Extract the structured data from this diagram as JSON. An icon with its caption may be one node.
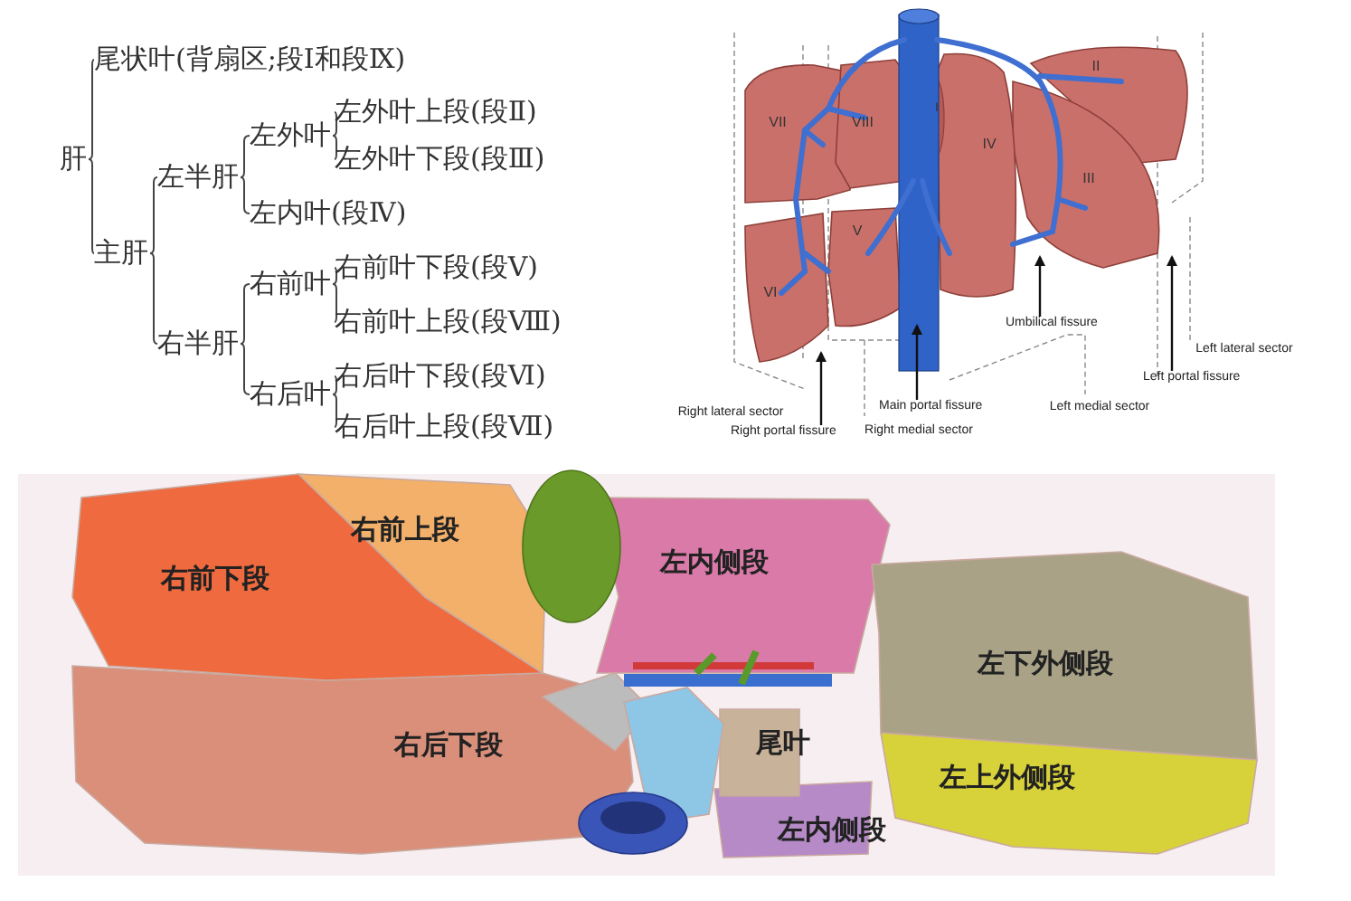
{
  "diagram": {
    "nodes": [
      {
        "text": [
          "肝"
        ]
      },
      {
        "text": [
          "尾状叶(背扇区;段Ⅰ和段Ⅸ)"
        ]
      },
      {
        "text": [
          "主肝"
        ]
      },
      {
        "text": [
          "左半肝"
        ]
      },
      {
        "text": [
          "左外叶"
        ]
      },
      {
        "text": [
          "左外叶上段(段Ⅱ)"
        ]
      },
      {
        "text": [
          "左外叶下段(段Ⅲ)"
        ]
      },
      {
        "text": [
          "左内叶(段Ⅳ)"
        ]
      },
      {
        "text": [
          "右半肝"
        ]
      },
      {
        "text": [
          "右前叶"
        ]
      },
      {
        "text": [
          "右前叶下段(段Ⅴ)"
        ]
      },
      {
        "text": [
          "右前叶上段(段Ⅷ)"
        ]
      },
      {
        "text": [
          "右后叶"
        ]
      },
      {
        "text": [
          "右后叶下段(段Ⅵ)"
        ]
      },
      {
        "text": [
          "右后叶上段(段Ⅶ)"
        ]
      },
      {
        "text": [
          "Umbilical fissure"
        ]
      },
      {
        "text": [
          "Left portal fissure"
        ]
      },
      {
        "text": [
          "Main portal fissure"
        ]
      },
      {
        "text": [
          "Right portal fissure"
        ]
      }
    ],
    "edges": [
      {
        "from": 0,
        "to": 1,
        "arrow": "none"
      },
      {
        "from": 0,
        "to": 2,
        "arrow": "none"
      },
      {
        "from": 2,
        "to": 3,
        "arrow": "none"
      },
      {
        "from": 2,
        "to": 8,
        "arrow": "none"
      },
      {
        "from": 3,
        "to": 4,
        "arrow": "none"
      },
      {
        "from": 3,
        "to": 7,
        "arrow": "none"
      },
      {
        "from": 4,
        "to": 5,
        "arrow": "none"
      },
      {
        "from": 4,
        "to": 6,
        "arrow": "none"
      },
      {
        "from": 8,
        "to": 9,
        "arrow": "none"
      },
      {
        "from": 8,
        "to": 12,
        "arrow": "none"
      },
      {
        "from": 9,
        "to": 10,
        "arrow": "none"
      },
      {
        "from": 9,
        "to": 11,
        "arrow": "none"
      },
      {
        "from": 12,
        "to": 13,
        "arrow": "none"
      },
      {
        "from": 12,
        "to": 14,
        "arrow": "none"
      },
      {
        "from": 15,
        "to": null,
        "arrow": "to"
      },
      {
        "from": 16,
        "to": null,
        "arrow": "to"
      },
      {
        "from": 17,
        "to": null,
        "arrow": "to"
      },
      {
        "from": 18,
        "to": null,
        "arrow": "to"
      }
    ],
    "labels": [
      "II",
      "VII",
      "VIII",
      "I",
      "IV",
      "III",
      "V",
      "VI",
      "Left lateral sector",
      "Left medial sector",
      "Right lateral sector",
      "Right medial sector",
      "右前上段",
      "右前下段",
      "左内侧段",
      "左下外侧段",
      "右后下段",
      "尾叶",
      "左上外侧段",
      "左内侧段"
    ]
  }
}
